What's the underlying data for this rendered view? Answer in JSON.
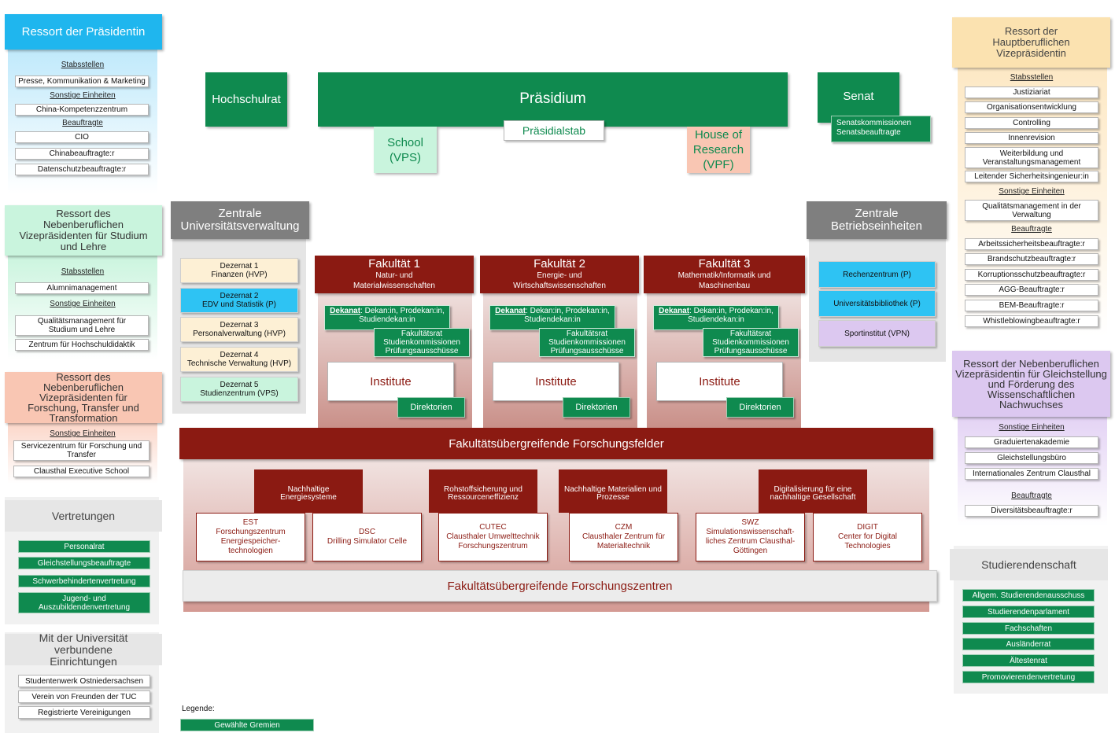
{
  "praesidentin": {
    "title": "Ressort der Präsidentin",
    "stabsstellen_label": "Stabsstellen",
    "stabsstellen": [
      "Presse, Kommunikation & Marketing"
    ],
    "sonstige_label": "Sonstige Einheiten",
    "sonstige": [
      "China-Kompetenzzentrum"
    ],
    "beauftragte_label": "Beauftragte",
    "beauftragte": [
      "CIO",
      "Chinabeauftragte:r",
      "Datenschutzbeauftragte:r"
    ]
  },
  "studium": {
    "title": "Ressort des Nebenberuflichen Vizepräsidenten für Studium und Lehre",
    "stabsstellen_label": "Stabsstellen",
    "stabsstellen": [
      "Alumnimanagement"
    ],
    "sonstige_label": "Sonstige Einheiten",
    "sonstige": [
      "Qualitätsmanagement für Studium und Lehre",
      "Zentrum für Hochschuldidaktik"
    ]
  },
  "forschung": {
    "title": "Ressort des Nebenberuflichen Vizepräsidenten für Forschung, Transfer und Transformation",
    "sonstige_label": "Sonstige Einheiten",
    "sonstige": [
      "Servicezentrum für Forschung und Transfer",
      "Clausthal Executive School"
    ]
  },
  "vertretungen": {
    "title": "Vertretungen",
    "items": [
      "Personalrat",
      "Gleichstellungsbeauftragte",
      "Schwerbehindertenvertretung",
      "Jugend- und Auszubildendenvertretung"
    ]
  },
  "verbunden": {
    "title": "Mit der Universität verbundene Einrichtungen",
    "items": [
      "Studentenwerk Ostniedersachsen",
      "Verein von Freunden der TUC",
      "Registrierte Vereinigungen"
    ]
  },
  "legende": {
    "label": "Legende:",
    "item": "Gewählte Gremien"
  },
  "top": {
    "hochschulrat": "Hochschulrat",
    "praesidium": "Präsidium",
    "praesidialstab": "Präsidialstab",
    "school": "School (VPS)",
    "house": "House of Research (VPF)",
    "senat": "Senat",
    "senat_sub": [
      "Senatskommissionen",
      "Senatsbeauftragte"
    ]
  },
  "zuv": {
    "title": "Zentrale Universitätsverwaltung",
    "items": [
      {
        "l1": "Dezernat 1",
        "l2": "Finanzen (HVP)",
        "color": "#fdf0d5"
      },
      {
        "l1": "Dezernat 2",
        "l2": "EDV und Statistik (P)",
        "color": "#2ec3f3"
      },
      {
        "l1": "Dezernat 3",
        "l2": "Personalverwaltung (HVP)",
        "color": "#fdf0d5"
      },
      {
        "l1": "Dezernat 4",
        "l2": "Technische Verwaltung (HVP)",
        "color": "#fdf0d5"
      },
      {
        "l1": "Dezernat 5",
        "l2": "Studienzentrum (VPS)",
        "color": "#c9f4dd"
      }
    ]
  },
  "fakultaeten": [
    {
      "title": "Fakultät 1",
      "sub": "Natur- und Materialwissenschaften",
      "dekanat_bold": "Dekanat",
      "dekanat": ": Dekan:in, Prodekan:in, Studiendekan:in",
      "rat": [
        "Fakultätsrat",
        "Studienkommissionen",
        "Prüfungsausschüsse"
      ],
      "institute": "Institute",
      "direktorien": "Direktorien"
    },
    {
      "title": "Fakultät 2",
      "sub": "Energie- und Wirtschaftswissenschaften",
      "dekanat_bold": "Dekanat",
      "dekanat": ": Dekan:in, Prodekan:in, Studiendekan:in",
      "rat": [
        "Fakultätsrat",
        "Studienkommissionen",
        "Prüfungsausschüsse"
      ],
      "institute": "Institute",
      "direktorien": "Direktorien"
    },
    {
      "title": "Fakultät 3",
      "sub": "Mathematik/Informatik und Maschinenbau",
      "dekanat_bold": "Dekanat",
      "dekanat": ": Dekan:in, Prodekan:in, Studiendekan:in",
      "rat": [
        "Fakultätsrat",
        "Studienkommissionen",
        "Prüfungsausschüsse"
      ],
      "institute": "Institute",
      "direktorien": "Direktorien"
    }
  ],
  "zbe": {
    "title": "Zentrale Betriebseinheiten",
    "items": [
      {
        "label": "Rechenzentrum (P)",
        "color": "#2ec3f3"
      },
      {
        "label": "Universitätsbibliothek (P)",
        "color": "#2ec3f3"
      },
      {
        "label": "Sportinstitut (VPN)",
        "color": "#dcc8f0"
      }
    ]
  },
  "forschungsfelder": {
    "title": "Fakultätsübergreifende Forschungsfelder",
    "fields": [
      "Nachhaltige Energiesysteme",
      "Rohstoffsicherung und Ressourceneffizienz",
      "Nachhaltige Materialien und Prozesse",
      "Digitalisierung für eine nachhaltige Gesellschaft"
    ],
    "centers": [
      {
        "name": "EST",
        "desc": "Forschungszentrum Energiespeicher-technologien"
      },
      {
        "name": "DSC",
        "desc": "Drilling Simulator Celle"
      },
      {
        "name": "CUTEC",
        "desc": "Clausthaler Umwelttechnik Forschungszentrum"
      },
      {
        "name": "CZM",
        "desc": "Clausthaler Zentrum für Materialtechnik"
      },
      {
        "name": "SWZ",
        "desc": "Simulationswissenschaft-liches Zentrum Clausthal-Göttingen"
      },
      {
        "name": "DIGIT",
        "desc": "Center for Digital Technologies"
      }
    ],
    "zentren_title": "Fakultätsübergreifende Forschungszentren"
  },
  "hauptberuflich": {
    "title": "Ressort der Hauptberuflichen Vizepräsidentin",
    "stabsstellen_label": "Stabsstellen",
    "stabsstellen": [
      "Justiziariat",
      "Organisationsentwicklung",
      "Controlling",
      "Innenrevision",
      "Weiterbildung und Veranstaltungsmanagement",
      "Leitender Sicherheitsingenieur:in"
    ],
    "sonstige_label": "Sonstige Einheiten",
    "sonstige": [
      "Qualitätsmanagement in der Verwaltung"
    ],
    "beauftragte_label": "Beauftragte",
    "beauftragte": [
      "Arbeitssicherheitsbeauftragte:r",
      "Brandschutzbeauftragte:r",
      "Korruptionsschutzbeauftragte:r",
      "AGG-Beauftragte:r",
      "BEM-Beauftragte:r",
      "Whistleblowingbeauftragte:r"
    ]
  },
  "gleichstellung": {
    "title": "Ressort der Nebenberuflichen Vizepräsidentin für Gleichstellung und Förderung des Wissenschaftlichen Nachwuchses",
    "sonstige_label": "Sonstige Einheiten",
    "sonstige": [
      "Graduiertenakademie",
      "Gleichstellungsbüro",
      "Internationales Zentrum Clausthal"
    ],
    "beauftragte_label": "Beauftragte",
    "beauftragte": [
      "Diversitätsbeauftragte:r"
    ]
  },
  "studierendenschaft": {
    "title": "Studierendenschaft",
    "items": [
      "Allgem. Studierendenausschuss",
      "Studierendenparlament",
      "Fachschaften",
      "Ausländerrat",
      "Ältestenrat",
      "Promovierendenvertretung"
    ]
  },
  "colors": {
    "green": "#0f8a4f",
    "darkred": "#8b1a12",
    "blue": "#2ec3f3",
    "mint": "#c9f4dd",
    "salmon": "#f9c6b3",
    "lilac": "#dcc8f0",
    "beige": "#fdf0d5",
    "gray": "#7f7f7f"
  }
}
